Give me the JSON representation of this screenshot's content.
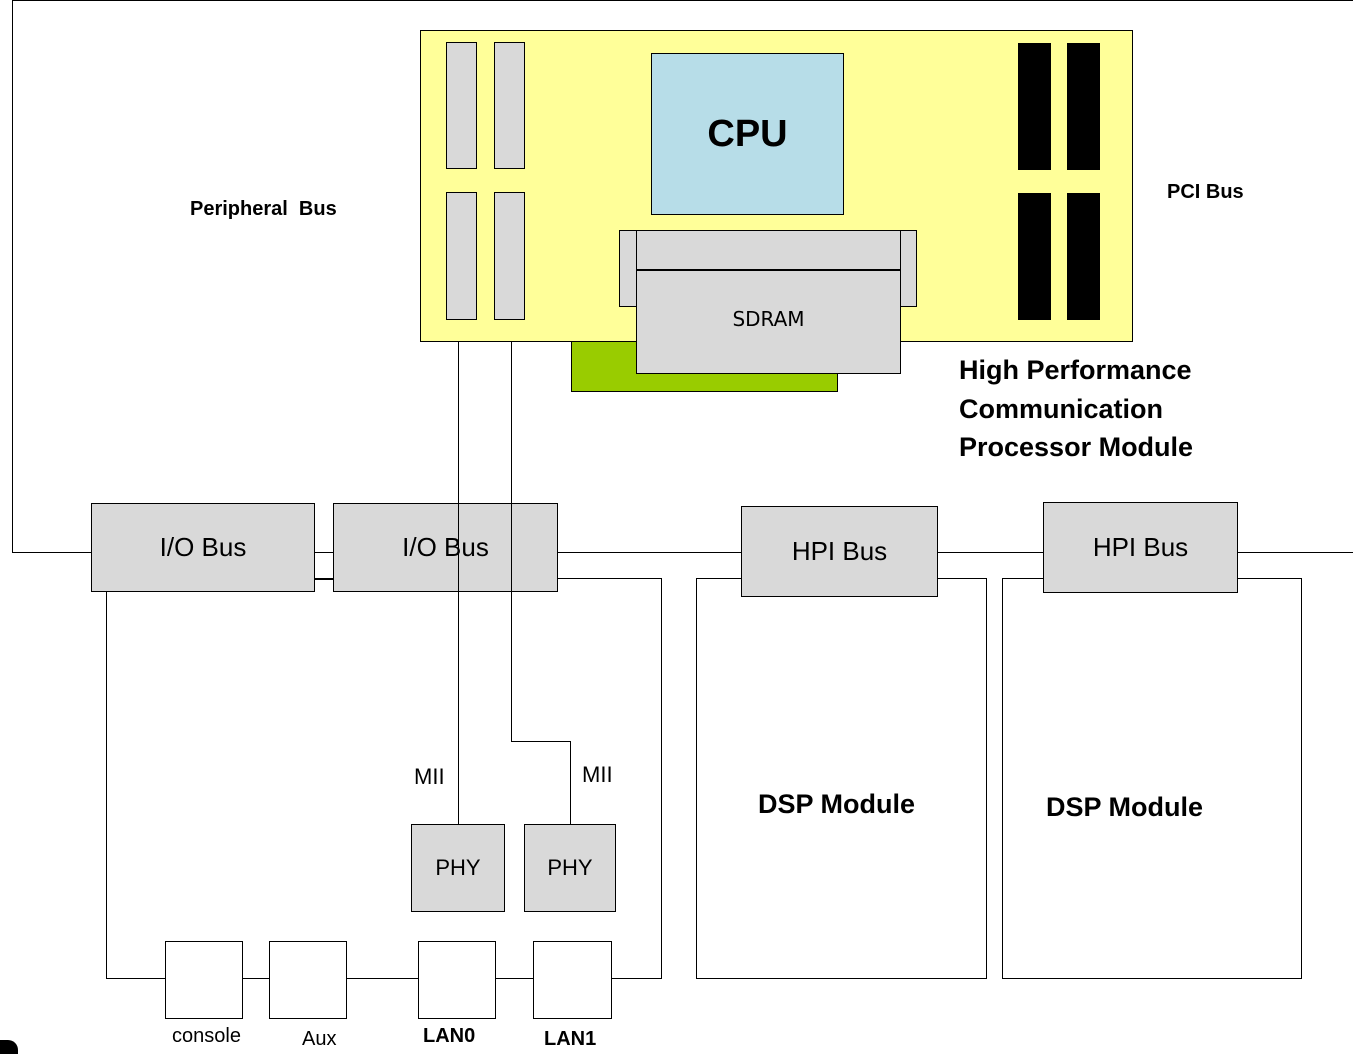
{
  "board": {
    "cpu_label": "CPU",
    "sdram_label": "SDRAM",
    "peripheral_bus_label": "Peripheral  Bus",
    "pci_bus_label": "PCI Bus",
    "module_title": [
      "High Performance",
      "Communication",
      "Processor Module"
    ]
  },
  "buses": {
    "io_bus_1": "I/O Bus",
    "io_bus_2": "I/O Bus",
    "hpi_bus_1": "HPI Bus",
    "hpi_bus_2": "HPI Bus"
  },
  "io_card": {
    "mii_left": "MII",
    "mii_right": "MII",
    "phy_left": "PHY",
    "phy_right": "PHY",
    "ports": [
      "console",
      "Aux",
      "LAN0",
      "LAN1"
    ]
  },
  "dsp_modules": [
    "DSP Module",
    "DSP Module"
  ],
  "colors": {
    "board": "#ffff99",
    "cpu": "#b7dde8",
    "component": "#d9d9d9",
    "pcb_tab": "#99cc00",
    "pci_slot": "#000000"
  }
}
